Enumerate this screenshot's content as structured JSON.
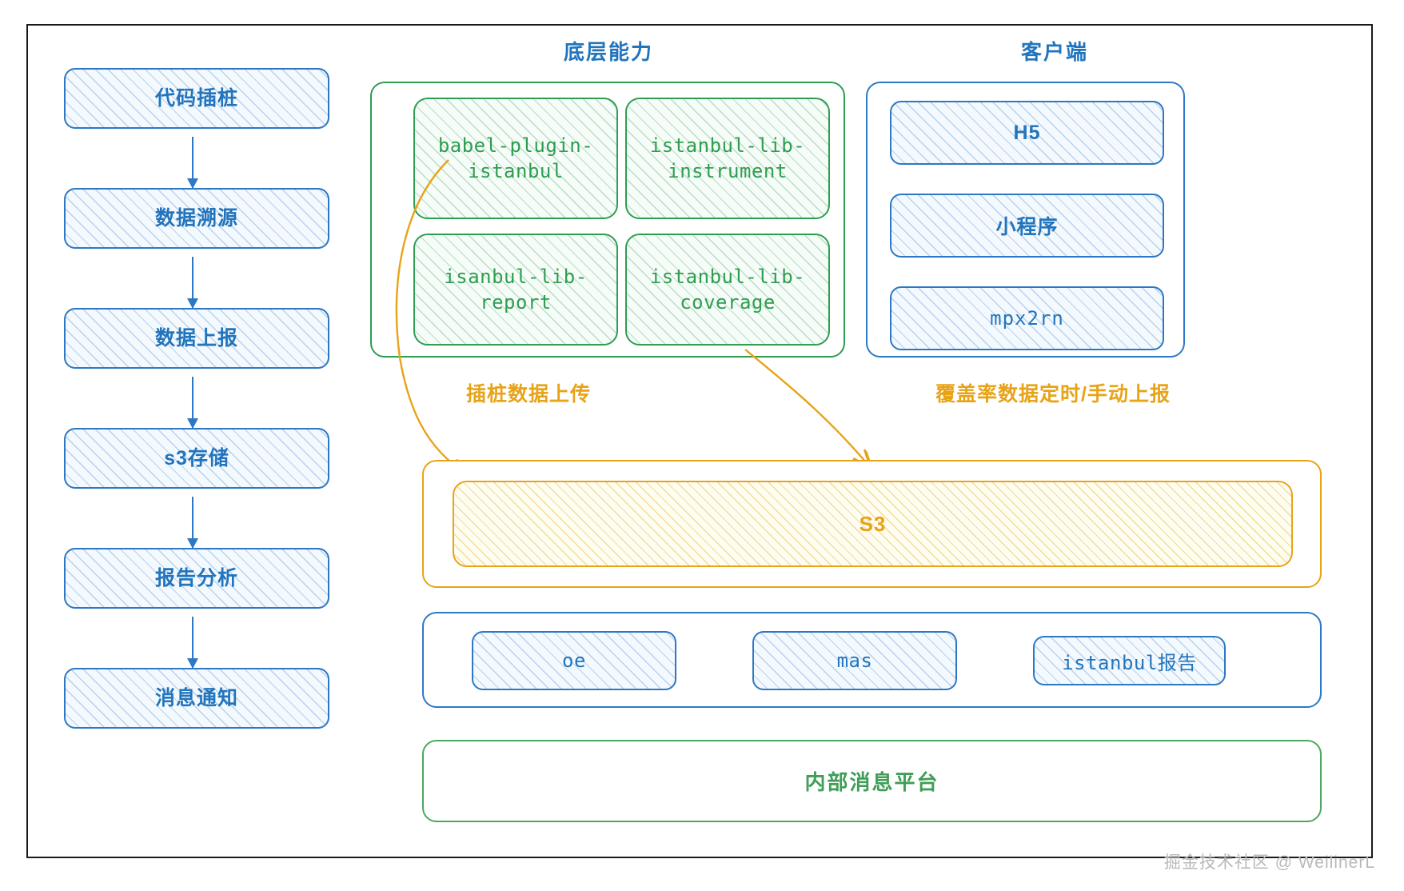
{
  "diagram": {
    "pipeline": {
      "steps": [
        {
          "label": "代码插桩"
        },
        {
          "label": "数据溯源"
        },
        {
          "label": "数据上报"
        },
        {
          "label": "s3存储"
        },
        {
          "label": "报告分析"
        },
        {
          "label": "消息通知"
        }
      ]
    },
    "capability_group": {
      "title": "底层能力",
      "items": [
        {
          "line1": "babel-plugin-",
          "line2": "istanbul"
        },
        {
          "line1": "istanbul-lib-",
          "line2": "instrument"
        },
        {
          "line1": "isanbul-lib-",
          "line2": "report"
        },
        {
          "line1": "istanbul-lib-",
          "line2": "coverage"
        }
      ]
    },
    "client_group": {
      "title": "客户端",
      "items": [
        {
          "label": "H5"
        },
        {
          "label": "小程序"
        },
        {
          "label": "mpx2rn"
        }
      ]
    },
    "arrows": [
      {
        "label": "插桩数据上传"
      },
      {
        "label": "覆盖率数据定时/手动上报"
      }
    ],
    "storage_group": {
      "box_label": "S3"
    },
    "report_group": {
      "items": [
        {
          "label": "oe"
        },
        {
          "label": "mas"
        },
        {
          "label": "istanbul报告"
        }
      ]
    },
    "message_platform": {
      "label": "内部消息平台"
    },
    "watermark": "掘金技术社区 @ WeilinerL",
    "colors": {
      "blue": "#2d78c4",
      "blue_text": "#2275bd",
      "green": "#2e9e50",
      "green_light": "#4aa860",
      "orange": "#e8a317",
      "frame": "#1a1a1a",
      "watermark": "#b9b9b9"
    }
  }
}
